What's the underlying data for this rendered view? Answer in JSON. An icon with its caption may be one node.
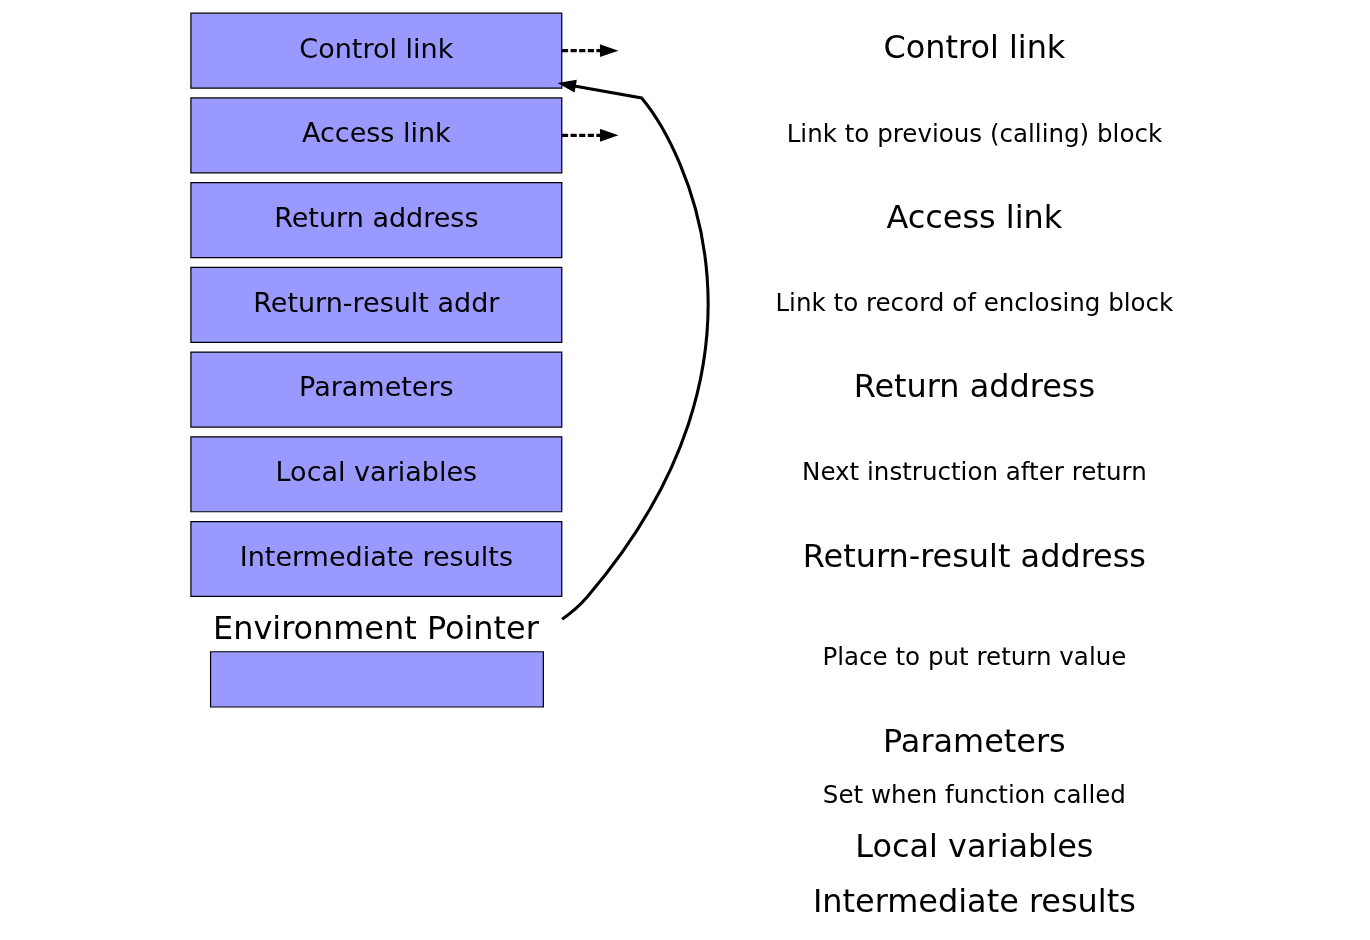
{
  "diagram": {
    "nodes": [
      {
        "text": [
          "Control link"
        ]
      },
      {
        "text": [
          "Access link"
        ]
      },
      {
        "text": [
          "Return address"
        ]
      },
      {
        "text": [
          "Return-result addr"
        ]
      },
      {
        "text": [
          "Parameters"
        ]
      },
      {
        "text": [
          "Local variables"
        ]
      },
      {
        "text": [
          "Intermediate results"
        ]
      },
      {
        "text": [
          "Environment Pointer"
        ]
      }
    ],
    "edges": [
      {
        "from": 0,
        "to": null,
        "arrow": "to",
        "style": "dashed"
      },
      {
        "from": 1,
        "to": null,
        "arrow": "to",
        "style": "dashed"
      },
      {
        "from": 7,
        "to": 0,
        "arrow": "to"
      }
    ],
    "labels": [
      "Control link",
      "Link to previous (calling) block",
      "Access link",
      "Link to record of enclosing block",
      "Return address",
      "Next instruction after return",
      "Return-result address",
      "Place to put return value",
      "Parameters",
      "Set when function called",
      "Local variables",
      "Intermediate results"
    ]
  }
}
